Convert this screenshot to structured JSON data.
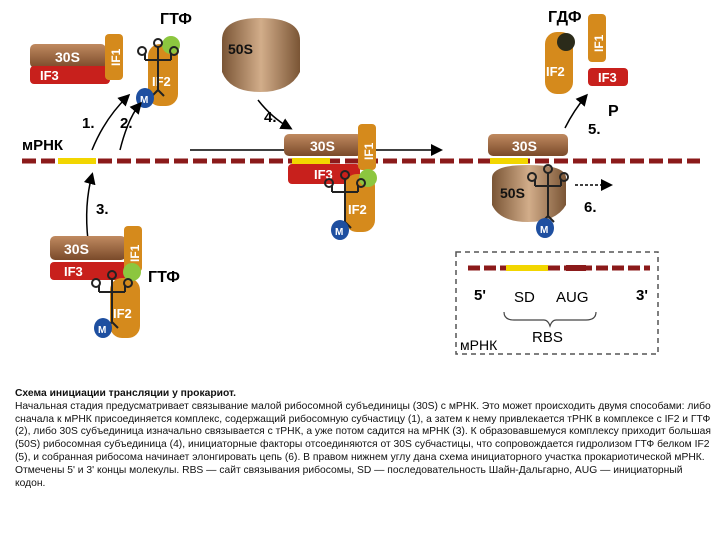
{
  "labels": {
    "gtf": "ГТФ",
    "gdf": "ГДФ",
    "s30": "30S",
    "s50": "50S",
    "if1": "IF1",
    "if2": "IF2",
    "if3": "IF3",
    "m": "M",
    "mrna": "мРНК",
    "p": "Р",
    "step1": "1.",
    "step2": "2.",
    "step3": "3.",
    "step4": "4.",
    "step5": "5.",
    "step6": "6.",
    "five": "5'",
    "three": "3'",
    "sd": "SD",
    "aug": "AUG",
    "rbs": "RBS"
  },
  "caption": {
    "title": "Схема инициации трансляции у прокариот.",
    "body": "Начальная стадия предусматривает связывание малой рибосомной субъединицы (30S) с мРНК. Это может происходить двумя способами: либо сначала к мРНК присоединяется комплекс, содержащий рибосомную субчастицу (1), а затем к нему привлекается тРНК в комплексе с IF2 и ГТФ (2), либо 30S субъединица изначально связывается с тРНК, а уже потом садится на мРНК (3). К образовавшемуся комплексу приходит большая (50S) рибосомная субъединица (4), инициаторные факторы отсоединяются от 30S субчастицы, что сопровождается гидролизом ГТФ белком IF2 (5), и собранная рибосома начинает элонгировать цепь (6). В правом нижнем углу дана схема инициаторного участка прокариотической мРНК. Отмечены 5' и 3' концы молекулы. RBS — сайт связывания рибосомы, SD — последовательность Шайн-Дальгарно, AUG — инициаторный кодон."
  },
  "colors": {
    "mrna": "#8b1a1a",
    "sd": "#f2d600",
    "s30": "#9a5a3a",
    "if3": "#c8201c",
    "if2": "#d58a1c",
    "if1": "#d58a1c",
    "gtp": "#8cc63f",
    "gdp": "#2b2b1a",
    "met": "#1e4fa0",
    "s50": "#b58a6a"
  }
}
